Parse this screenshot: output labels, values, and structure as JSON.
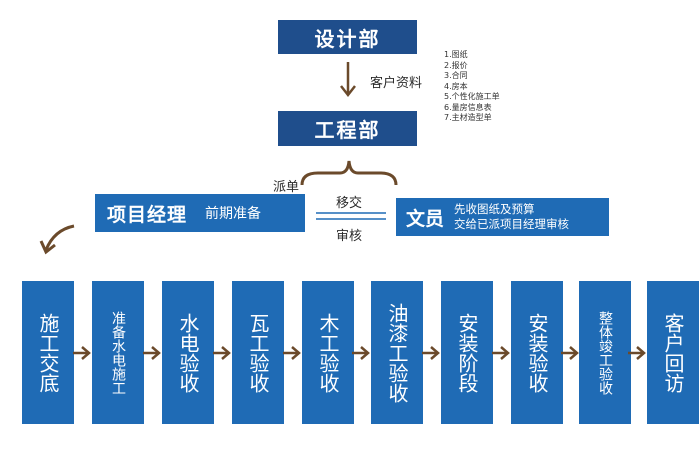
{
  "top": {
    "design_dept": "设计部",
    "client_info": "客户资料",
    "engineering_dept": "工程部"
  },
  "docs": [
    "1.图纸",
    "2.报价",
    "3.合同",
    "4.房本",
    "5.个性化施工单",
    "6.量房信息表",
    "7.主材造型单"
  ],
  "middle": {
    "dispatch": "派单",
    "pm_title": "项目经理",
    "pm_sub": "前期准备",
    "transfer": "移交",
    "review": "审核",
    "clerk_title": "文员",
    "clerk_line1": "先收图纸及预算",
    "clerk_line2": "交给已派项目经理审核"
  },
  "steps": [
    "施工交底",
    "准备水电施工",
    "水电验收",
    "瓦工验收",
    "木工验收",
    "油漆工验收",
    "安装阶段",
    "安装验收",
    "整体竣工验收",
    "客户回访"
  ],
  "colors": {
    "dark_blue": "#1f4e8c",
    "blue": "#1f6bb5",
    "arrow": "#6b4a2b"
  }
}
